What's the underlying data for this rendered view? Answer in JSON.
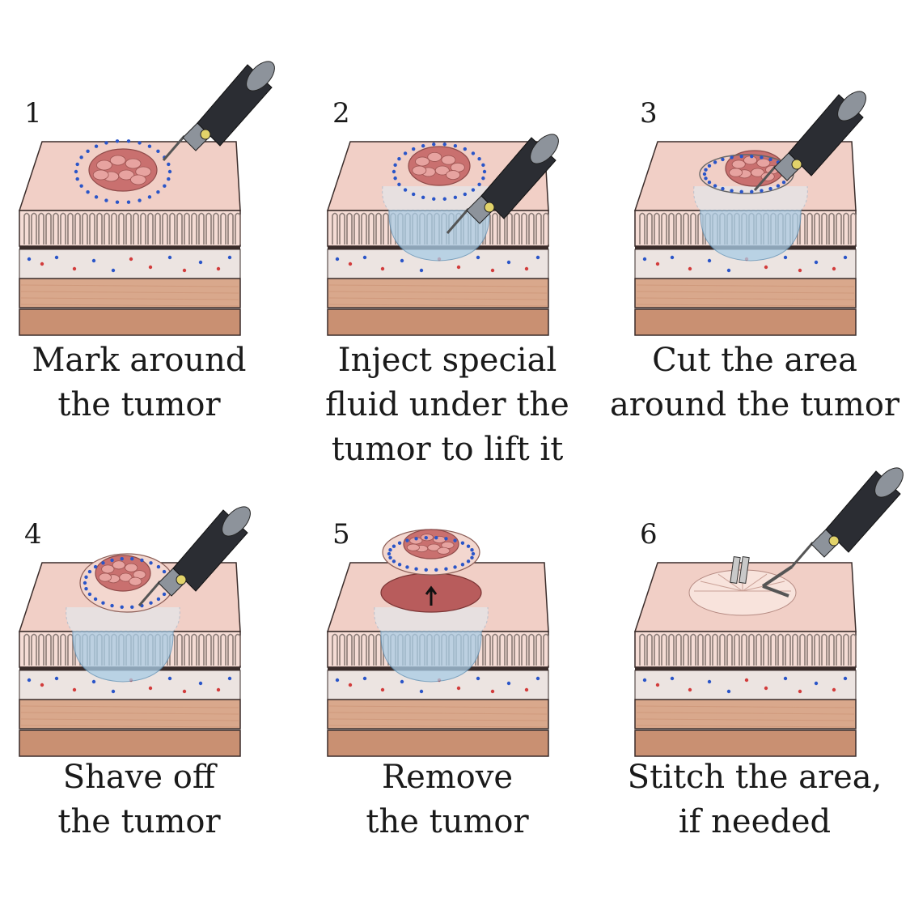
{
  "steps": [
    {
      "number": "1",
      "caption": [
        "Mark around",
        "the tumor"
      ]
    },
    {
      "number": "2",
      "caption": [
        "Inject special",
        "fluid under the",
        "tumor to lift it"
      ]
    },
    {
      "number": "3",
      "caption": [
        "Cut the area",
        "around the tumor"
      ]
    },
    {
      "number": "4",
      "caption": [
        "Shave off",
        "the tumor"
      ]
    },
    {
      "number": "5",
      "caption": [
        "Remove",
        "the tumor"
      ]
    },
    {
      "number": "6",
      "caption": [
        "Stitch the area,",
        "if needed"
      ]
    }
  ],
  "colors": {
    "surface_top": "#f1cfc6",
    "surface_front": "#f5dcd5",
    "glands": "#8a7b76",
    "submucosa": "#ece4e1",
    "muscle": "#d9a88c",
    "muscle_dark": "#c99072",
    "tumor": "#c9706f",
    "tumor_light": "#e7a3a0",
    "marker_dot": "#2a55c8",
    "red_dot": "#d23c3c",
    "fluid": "#a9cde6",
    "scope_dark": "#2b2d33",
    "scope_light": "#8d939b",
    "outline": "#3a2c2a"
  }
}
